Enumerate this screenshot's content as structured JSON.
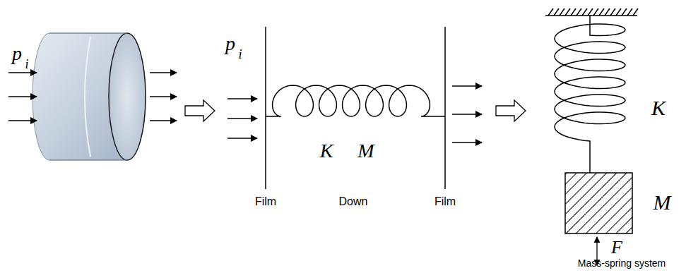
{
  "diagram": {
    "labels": [
      "p",
      "i",
      "p",
      "i",
      "K",
      "M",
      "Film",
      "Down",
      "Film",
      "K",
      "M",
      "F",
      "Mass-spring system"
    ]
  }
}
